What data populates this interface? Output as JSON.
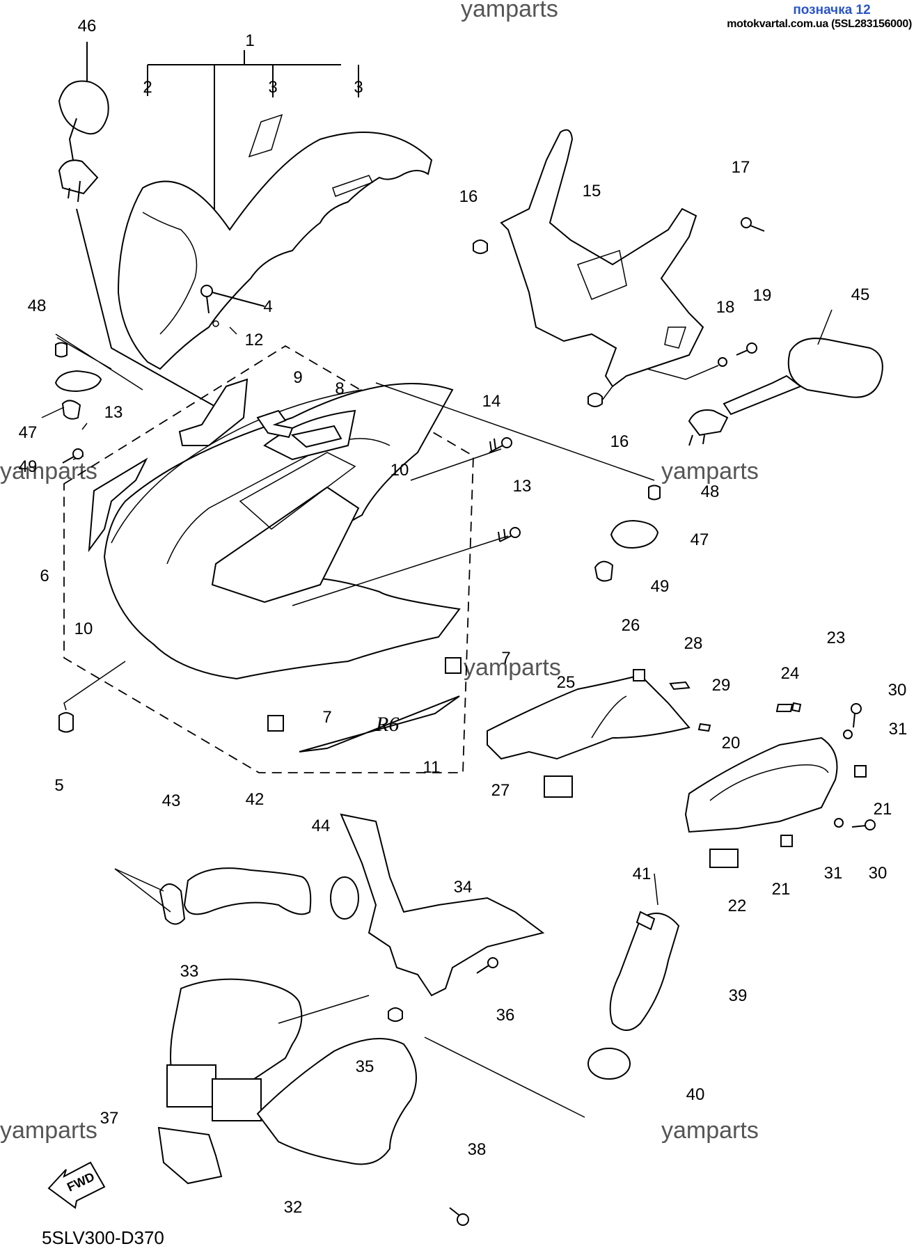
{
  "header": {
    "tag": "позначка 12",
    "site": "motokvartal.com.ua (5SL283156000)"
  },
  "watermark": "yamparts",
  "diagram_code": "5SLV300-D370",
  "fwd_label": "FWD",
  "decal_text": "R6",
  "labels": [
    {
      "id": "l1",
      "text": "1"
    },
    {
      "id": "l2",
      "text": "2"
    },
    {
      "id": "l3a",
      "text": "3"
    },
    {
      "id": "l3b",
      "text": "3"
    },
    {
      "id": "l4",
      "text": "4"
    },
    {
      "id": "l5",
      "text": "5"
    },
    {
      "id": "l6",
      "text": "6"
    },
    {
      "id": "l7a",
      "text": "7"
    },
    {
      "id": "l7b",
      "text": "7"
    },
    {
      "id": "l8",
      "text": "8"
    },
    {
      "id": "l9",
      "text": "9"
    },
    {
      "id": "l10a",
      "text": "10"
    },
    {
      "id": "l10b",
      "text": "10"
    },
    {
      "id": "l11",
      "text": "11"
    },
    {
      "id": "l12",
      "text": "12"
    },
    {
      "id": "l13a",
      "text": "13"
    },
    {
      "id": "l13b",
      "text": "13"
    },
    {
      "id": "l14",
      "text": "14"
    },
    {
      "id": "l15",
      "text": "15"
    },
    {
      "id": "l16a",
      "text": "16"
    },
    {
      "id": "l16b",
      "text": "16"
    },
    {
      "id": "l17",
      "text": "17"
    },
    {
      "id": "l18",
      "text": "18"
    },
    {
      "id": "l19",
      "text": "19"
    },
    {
      "id": "l20",
      "text": "20"
    },
    {
      "id": "l21a",
      "text": "21"
    },
    {
      "id": "l21b",
      "text": "21"
    },
    {
      "id": "l22",
      "text": "22"
    },
    {
      "id": "l23",
      "text": "23"
    },
    {
      "id": "l24",
      "text": "24"
    },
    {
      "id": "l25",
      "text": "25"
    },
    {
      "id": "l26",
      "text": "26"
    },
    {
      "id": "l27",
      "text": "27"
    },
    {
      "id": "l28",
      "text": "28"
    },
    {
      "id": "l29",
      "text": "29"
    },
    {
      "id": "l30a",
      "text": "30"
    },
    {
      "id": "l30b",
      "text": "30"
    },
    {
      "id": "l31a",
      "text": "31"
    },
    {
      "id": "l31b",
      "text": "31"
    },
    {
      "id": "l32",
      "text": "32"
    },
    {
      "id": "l33",
      "text": "33"
    },
    {
      "id": "l34",
      "text": "34"
    },
    {
      "id": "l35",
      "text": "35"
    },
    {
      "id": "l36",
      "text": "36"
    },
    {
      "id": "l37",
      "text": "37"
    },
    {
      "id": "l38",
      "text": "38"
    },
    {
      "id": "l39",
      "text": "39"
    },
    {
      "id": "l40",
      "text": "40"
    },
    {
      "id": "l41",
      "text": "41"
    },
    {
      "id": "l42",
      "text": "42"
    },
    {
      "id": "l43",
      "text": "43"
    },
    {
      "id": "l44",
      "text": "44"
    },
    {
      "id": "l45",
      "text": "45"
    },
    {
      "id": "l46",
      "text": "46"
    },
    {
      "id": "l47a",
      "text": "47"
    },
    {
      "id": "l47b",
      "text": "47"
    },
    {
      "id": "l48a",
      "text": "48"
    },
    {
      "id": "l48b",
      "text": "48"
    },
    {
      "id": "l49a",
      "text": "49"
    },
    {
      "id": "l49b",
      "text": "49"
    }
  ]
}
